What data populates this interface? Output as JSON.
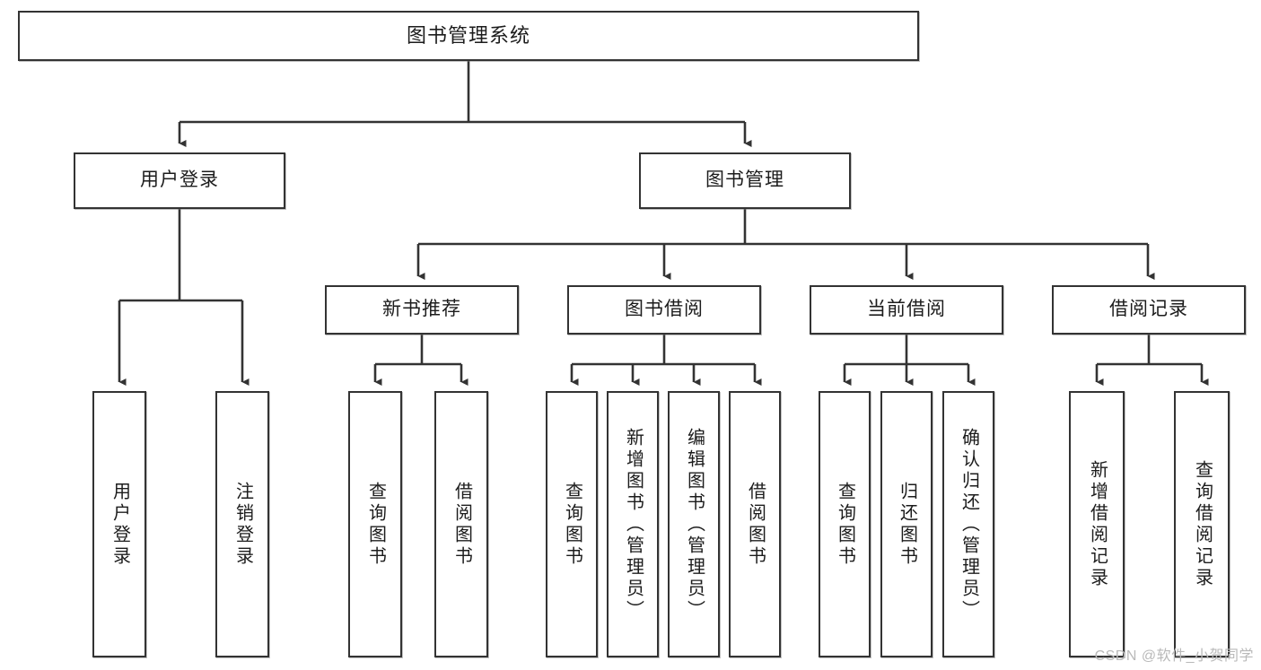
{
  "diagram": {
    "title": "图书管理系统",
    "type": "tree-hierarchy-chart",
    "watermark": "CSDN @软件_小贺同学",
    "colors": {
      "node_border": "#333333",
      "node_fill": "#ffffff",
      "connector": "#333333",
      "text": "#1c1c1c",
      "watermark": "#b9b9b9"
    },
    "root": {
      "label": "图书管理系统"
    },
    "level2": [
      {
        "label": "用户登录"
      },
      {
        "label": "图书管理"
      }
    ],
    "level3": [
      {
        "label": "新书推荐"
      },
      {
        "label": "图书借阅"
      },
      {
        "label": "当前借阅"
      },
      {
        "label": "借阅记录"
      }
    ],
    "leaves": {
      "user_login": [
        {
          "label": "用户登录"
        },
        {
          "label": "注销登录"
        }
      ],
      "new_book_recommend": [
        {
          "label": "查询图书"
        },
        {
          "label": "借阅图书"
        }
      ],
      "book_borrow": [
        {
          "label": "查询图书"
        },
        {
          "label": "新增图书（管理员）"
        },
        {
          "label": "编辑图书（管理员）"
        },
        {
          "label": "借阅图书"
        }
      ],
      "current_borrow": [
        {
          "label": "查询图书"
        },
        {
          "label": "归还图书"
        },
        {
          "label": "确认归还（管理员）"
        }
      ],
      "borrow_record": [
        {
          "label": "新增借阅记录"
        },
        {
          "label": "查询借阅记录"
        }
      ]
    }
  }
}
